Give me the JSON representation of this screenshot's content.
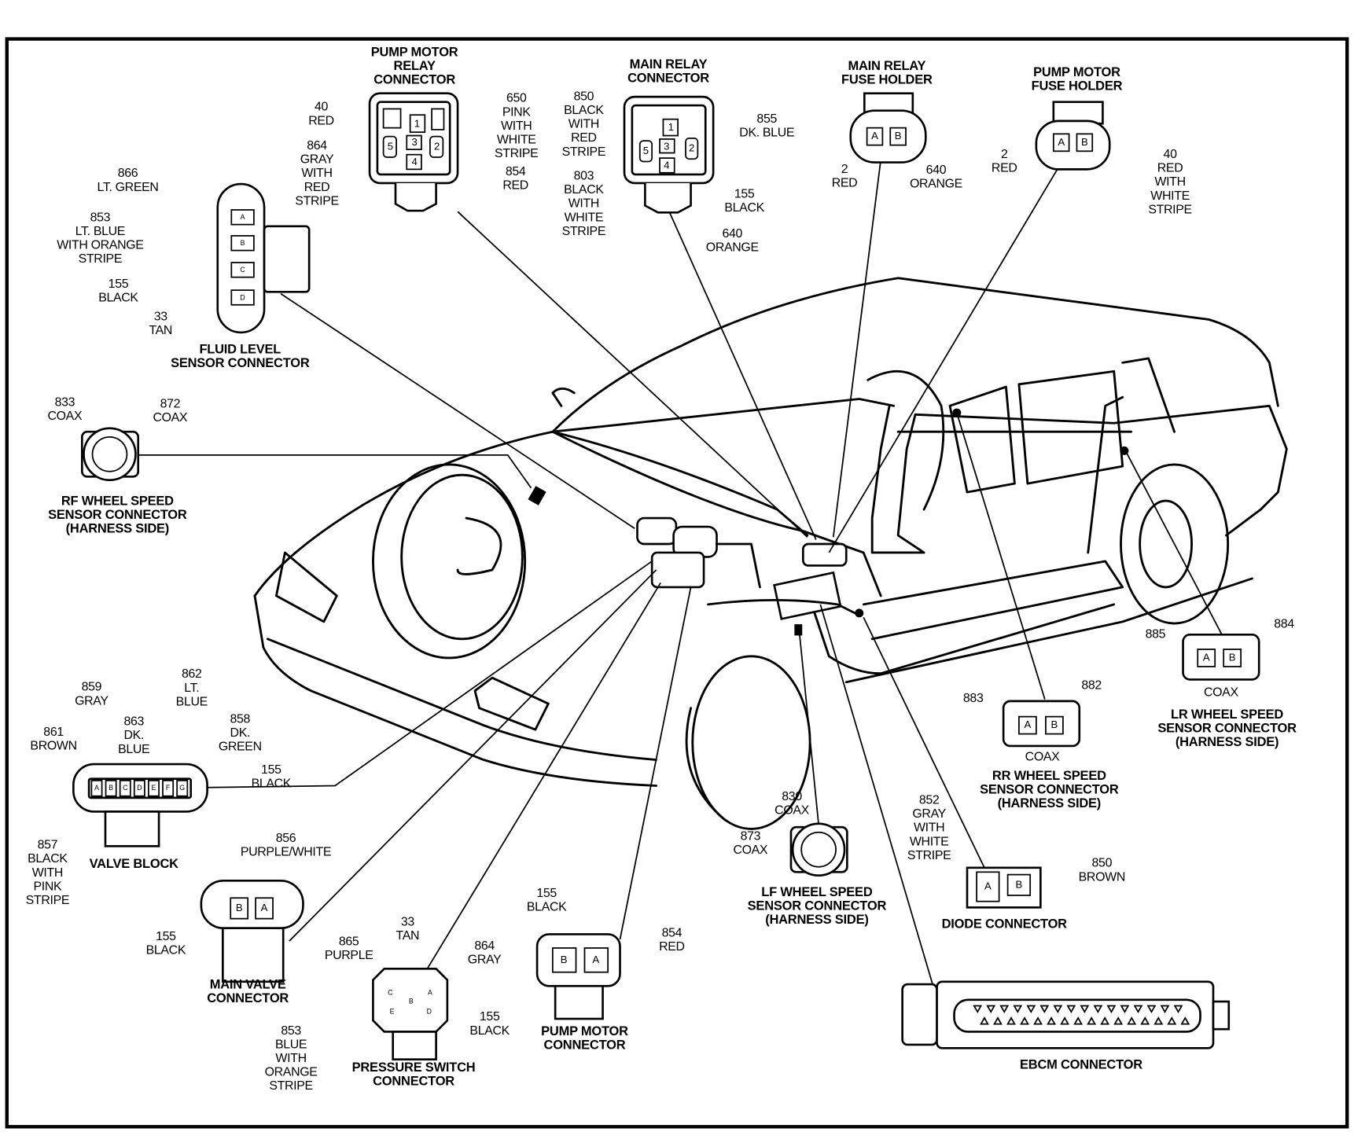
{
  "connectors": {
    "pump_motor_relay": {
      "title": [
        "PUMP MOTOR",
        "RELAY",
        "CONNECTOR"
      ],
      "pins": [
        "1",
        "2",
        "3",
        "4",
        "5"
      ],
      "wires": [
        {
          "lines": [
            "40",
            "RED"
          ]
        },
        {
          "lines": [
            "864",
            "GRAY",
            "WITH",
            "RED",
            "STRIPE"
          ]
        },
        {
          "lines": [
            "650",
            "PINK",
            "WITH",
            "WHITE",
            "STRIPE"
          ]
        },
        {
          "lines": [
            "854",
            "RED"
          ]
        }
      ]
    },
    "main_relay": {
      "title": [
        "MAIN RELAY",
        "CONNECTOR"
      ],
      "pins": [
        "1",
        "2",
        "3",
        "4",
        "5"
      ],
      "wires": [
        {
          "lines": [
            "850",
            "BLACK",
            "WITH",
            "RED",
            "STRIPE"
          ]
        },
        {
          "lines": [
            "803",
            "BLACK",
            "WITH",
            "WHITE",
            "STRIPE"
          ]
        },
        {
          "lines": [
            "855",
            "DK. BLUE"
          ]
        },
        {
          "lines": [
            "155",
            "BLACK"
          ]
        },
        {
          "lines": [
            "640",
            "ORANGE"
          ]
        }
      ]
    },
    "main_relay_fuse_holder": {
      "title": [
        "MAIN RELAY",
        "FUSE HOLDER"
      ],
      "pins": [
        "A",
        "B"
      ],
      "wires": [
        {
          "lines": [
            "2",
            "RED"
          ]
        },
        {
          "lines": [
            "640",
            "ORANGE"
          ]
        }
      ]
    },
    "pump_motor_fuse_holder": {
      "title": [
        "PUMP MOTOR",
        "FUSE HOLDER"
      ],
      "pins": [
        "A",
        "B"
      ],
      "wires": [
        {
          "lines": [
            "2",
            "RED"
          ]
        },
        {
          "lines": [
            "40",
            "RED",
            "WITH",
            "WHITE",
            "STRIPE"
          ]
        }
      ]
    },
    "fluid_level_sensor": {
      "title": [
        "FLUID LEVEL",
        "SENSOR CONNECTOR"
      ],
      "pins": [
        "A",
        "B",
        "C",
        "D"
      ],
      "wires": [
        {
          "lines": [
            "866",
            "LT. GREEN"
          ]
        },
        {
          "lines": [
            "853",
            "LT. BLUE",
            "WITH ORANGE",
            "STRIPE"
          ]
        },
        {
          "lines": [
            "155",
            "BLACK"
          ]
        },
        {
          "lines": [
            "33",
            "TAN"
          ]
        }
      ]
    },
    "rf_wheel_speed": {
      "title": [
        "RF WHEEL SPEED",
        "SENSOR CONNECTOR",
        "(HARNESS SIDE)"
      ],
      "wires": [
        {
          "lines": [
            "833",
            "COAX"
          ]
        },
        {
          "lines": [
            "872",
            "COAX"
          ]
        }
      ]
    },
    "valve_block": {
      "title": [
        "VALVE BLOCK"
      ],
      "pins": [
        "A",
        "B",
        "C",
        "D",
        "E",
        "F",
        "G"
      ],
      "wires": [
        {
          "lines": [
            "861",
            "BROWN"
          ]
        },
        {
          "lines": [
            "859",
            "GRAY"
          ]
        },
        {
          "lines": [
            "863",
            "DK.",
            "BLUE"
          ]
        },
        {
          "lines": [
            "862",
            "LT.",
            "BLUE"
          ]
        },
        {
          "lines": [
            "858",
            "DK.",
            "GREEN"
          ]
        },
        {
          "lines": [
            "155",
            "BLACK"
          ]
        },
        {
          "lines": [
            "857",
            "BLACK",
            "WITH",
            "PINK",
            "STRIPE"
          ]
        }
      ]
    },
    "main_valve": {
      "title": [
        "MAIN VALVE",
        "CONNECTOR"
      ],
      "pins": [
        "B",
        "A"
      ],
      "wires": [
        {
          "lines": [
            "856",
            "PURPLE/WHITE"
          ]
        },
        {
          "lines": [
            "155",
            "BLACK"
          ]
        }
      ]
    },
    "pressure_switch": {
      "title": [
        "PRESSURE SWITCH",
        "CONNECTOR"
      ],
      "pins": [
        "A",
        "B",
        "C",
        "D",
        "E"
      ],
      "wires": [
        {
          "lines": [
            "33",
            "TAN"
          ]
        },
        {
          "lines": [
            "865",
            "PURPLE"
          ]
        },
        {
          "lines": [
            "864",
            "GRAY"
          ]
        },
        {
          "lines": [
            "155",
            "BLACK"
          ]
        },
        {
          "lines": [
            "853",
            "BLUE",
            "WITH",
            "ORANGE",
            "STRIPE"
          ]
        }
      ]
    },
    "pump_motor": {
      "title": [
        "PUMP MOTOR",
        "CONNECTOR"
      ],
      "pins": [
        "B",
        "A"
      ],
      "wires": [
        {
          "lines": [
            "155",
            "BLACK"
          ]
        },
        {
          "lines": [
            "854",
            "RED"
          ]
        }
      ]
    },
    "lf_wheel_speed": {
      "title": [
        "LF WHEEL SPEED",
        "SENSOR CONNECTOR",
        "(HARNESS SIDE)"
      ],
      "wires": [
        {
          "lines": [
            "830",
            "COAX"
          ]
        },
        {
          "lines": [
            "873",
            "COAX"
          ]
        }
      ]
    },
    "diode": {
      "title": [
        "DIODE CONNECTOR"
      ],
      "pins": [
        "A",
        "B"
      ],
      "wires": [
        {
          "lines": [
            "852",
            "GRAY",
            "WITH",
            "WHITE",
            "STRIPE"
          ]
        },
        {
          "lines": [
            "850",
            "BROWN"
          ]
        }
      ]
    },
    "rr_wheel_speed": {
      "title": [
        "RR WHEEL SPEED",
        "SENSOR CONNECTOR",
        "(HARNESS SIDE)"
      ],
      "pins": [
        "A",
        "B"
      ],
      "cable": "COAX",
      "wires": [
        {
          "lines": [
            "883"
          ]
        },
        {
          "lines": [
            "882"
          ]
        }
      ]
    },
    "lr_wheel_speed": {
      "title": [
        "LR WHEEL SPEED",
        "SENSOR CONNECTOR",
        "(HARNESS SIDE)"
      ],
      "pins": [
        "A",
        "B"
      ],
      "cable": "COAX",
      "wires": [
        {
          "lines": [
            "885"
          ]
        },
        {
          "lines": [
            "884"
          ]
        }
      ]
    },
    "ebcm": {
      "title": [
        "EBCM CONNECTOR"
      ]
    }
  }
}
